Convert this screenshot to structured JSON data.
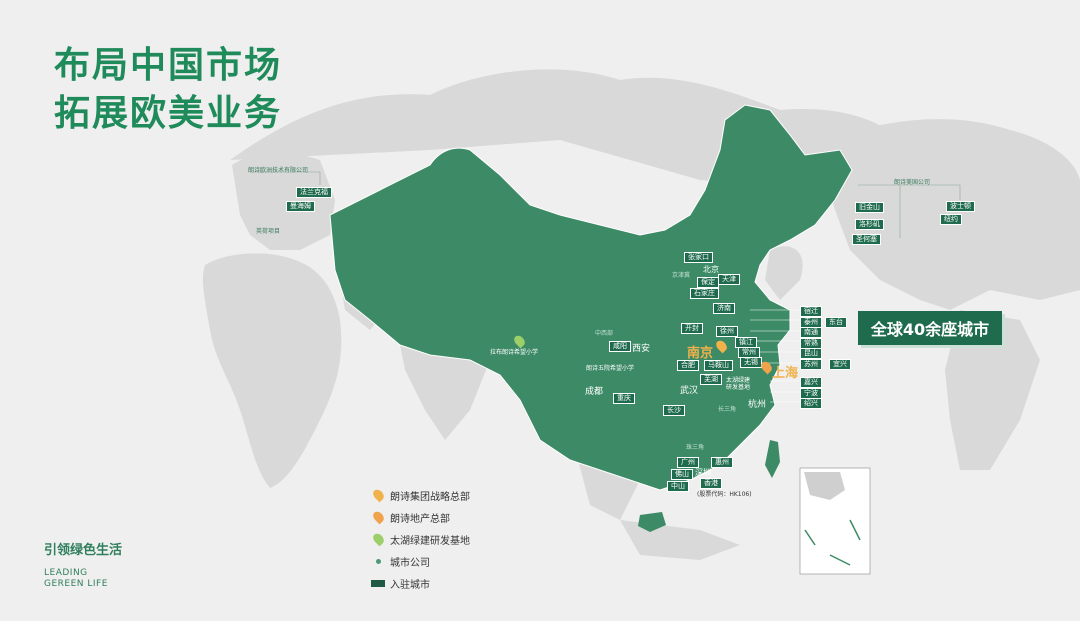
{
  "title": {
    "line1": "布局中国市场",
    "line2": "拓展欧美业务"
  },
  "slogan": {
    "cn": "引领绿色生活",
    "en1": "LEADING",
    "en2": "GEREEN LIFE"
  },
  "callout": "全球40余座城市",
  "colors": {
    "background": "#efefef",
    "world": "#d9d9d9",
    "china": "#3d8a66",
    "accent": "#1e6b4e",
    "gold": "#f1b24c",
    "title": "#1f8a5a"
  },
  "legend": [
    {
      "symbol": "gold-pin",
      "label": "朗诗集团战略总部"
    },
    {
      "symbol": "orange-pin",
      "label": "朗诗地产总部"
    },
    {
      "symbol": "green-pin",
      "label": "太湖绿建研发基地"
    },
    {
      "symbol": "dot",
      "label": "城市公司"
    },
    {
      "symbol": "bar",
      "label": "入驻城市"
    }
  ],
  "europe": {
    "company": "朗诗欧洲技术有限公司",
    "cities": [
      "法兰克福",
      "曼海姆"
    ],
    "project": "英荷项目"
  },
  "america": {
    "company": "朗诗美国公司",
    "cities": [
      "旧金山",
      "洛杉矶",
      "圣何塞",
      "波士顿",
      "纽约"
    ]
  },
  "hk_note": "(股票代码：HK106)",
  "big_cities": {
    "nanjing": "南京",
    "shanghai": "上海"
  },
  "schools": {
    "tibet": "拉布朗诗希望小学",
    "xian": "朗诗五院希望小学"
  },
  "regions": {
    "jingjinji": "京津冀",
    "xibei": "中西部",
    "changsanjiao": "长三角",
    "zhusanjiao": "珠三角"
  },
  "labels": {
    "north": [
      "张家口",
      "北京",
      "天津",
      "保定",
      "石家庄"
    ],
    "east_stack": [
      "宿迁",
      "泰州",
      "南通",
      "常熟",
      "昆山",
      "苏州",
      "嘉兴",
      "宁波",
      "绍兴"
    ],
    "right_extra": [
      "东台",
      "宜兴"
    ],
    "central": [
      "济南",
      "开封",
      "徐州",
      "镇江",
      "常州",
      "无锡",
      "合肥",
      "马鞍山",
      "芜湖",
      "咸阳",
      "重庆",
      "长沙"
    ],
    "south": [
      "广州",
      "惠州",
      "佛山",
      "深圳",
      "中山",
      "香港"
    ],
    "plain": [
      "西安",
      "成都",
      "武汉",
      "杭州"
    ],
    "base": "太湖绿建\n研发基地"
  }
}
